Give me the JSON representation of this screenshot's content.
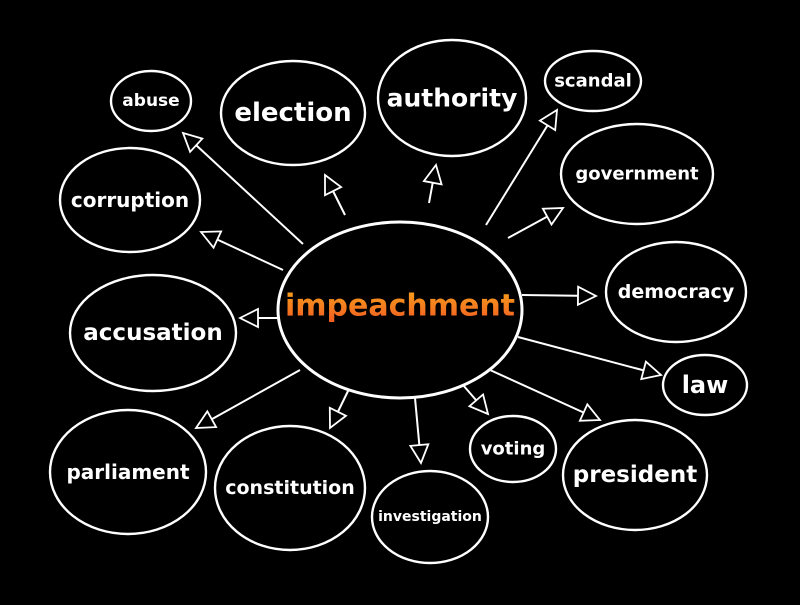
{
  "colors": {
    "background": "#000000",
    "lines": "#ffffff",
    "center_gradient_top": "#f7a21b",
    "center_gradient_bottom": "#f15a22"
  },
  "center": {
    "label": "impeachment"
  },
  "nodes": [
    {
      "id": "abuse",
      "label": "abuse"
    },
    {
      "id": "election",
      "label": "election"
    },
    {
      "id": "authority",
      "label": "authority"
    },
    {
      "id": "scandal",
      "label": "scandal"
    },
    {
      "id": "government",
      "label": "government"
    },
    {
      "id": "corruption",
      "label": "corruption"
    },
    {
      "id": "democracy",
      "label": "democracy"
    },
    {
      "id": "accusation",
      "label": "accusation"
    },
    {
      "id": "law",
      "label": "law"
    },
    {
      "id": "parliament",
      "label": "parliament"
    },
    {
      "id": "constitution",
      "label": "constitution"
    },
    {
      "id": "investigation",
      "label": "investigation"
    },
    {
      "id": "voting",
      "label": "voting"
    },
    {
      "id": "president",
      "label": "president"
    }
  ]
}
